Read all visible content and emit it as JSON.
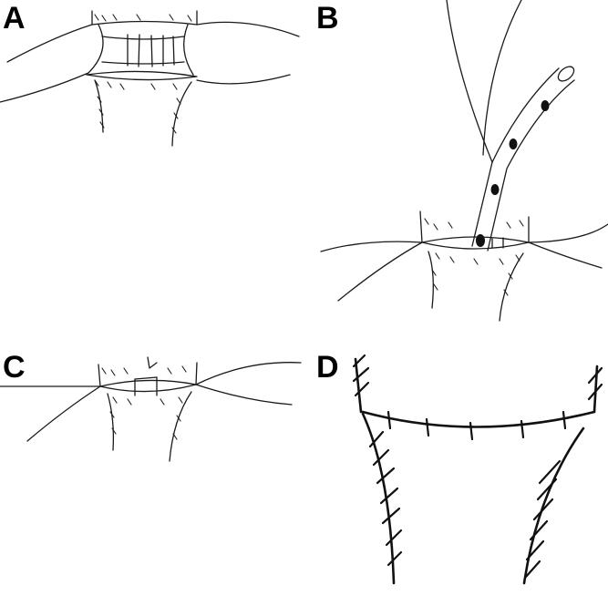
{
  "panels": {
    "a": {
      "label": "A"
    },
    "b": {
      "label": "B"
    },
    "c": {
      "label": "C"
    },
    "d": {
      "label": "D"
    }
  },
  "colors": {
    "ink": "#1a1a1a",
    "background": "#ffffff"
  }
}
